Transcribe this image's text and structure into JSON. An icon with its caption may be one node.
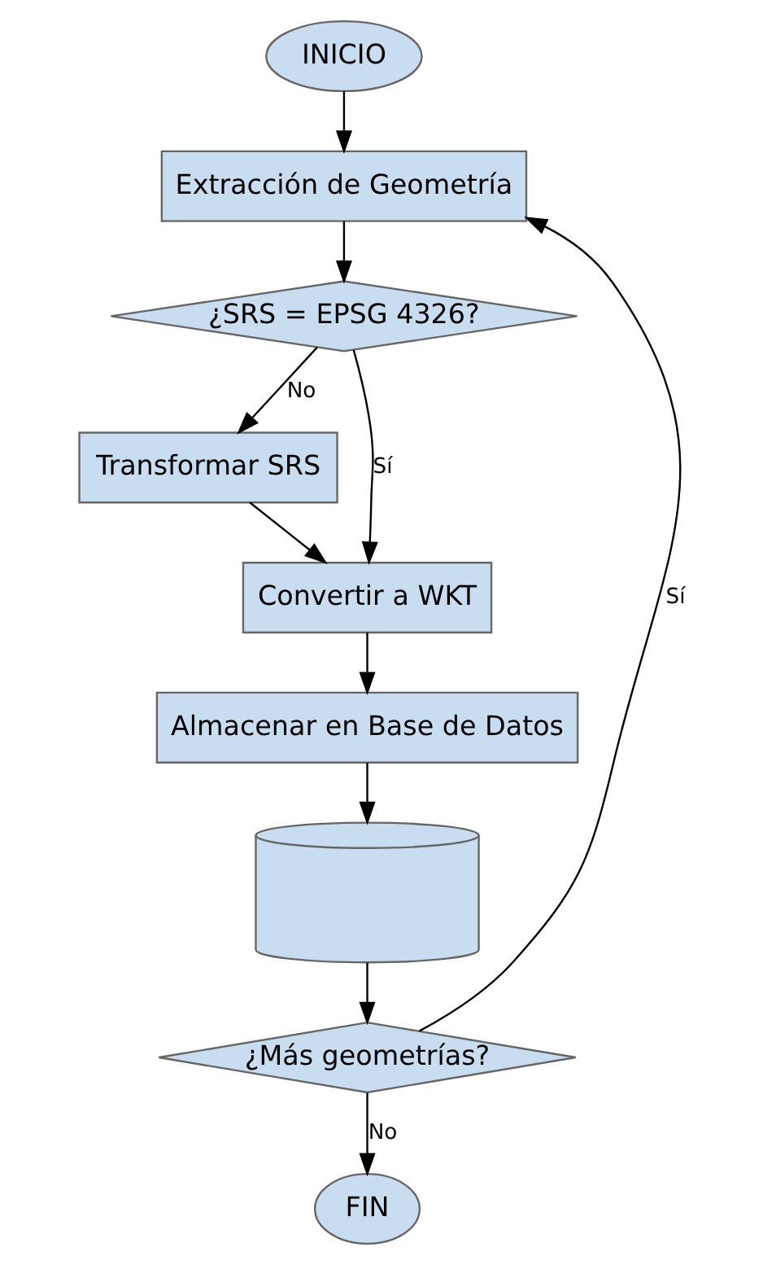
{
  "diagram": {
    "nodes": [
      {
        "text": [
          "INICIO"
        ]
      },
      {
        "text": [
          "Extracción de Geometría"
        ]
      },
      {
        "text": [
          "¿SRS = EPSG 4326?"
        ]
      },
      {
        "text": [
          "Transformar SRS"
        ]
      },
      {
        "text": [
          "Convertir a WKT"
        ]
      },
      {
        "text": [
          "Almacenar en Base de Datos"
        ]
      },
      {
        "text": [],
        "shape": "cylinder"
      },
      {
        "text": [
          "¿Más geometrías?"
        ]
      },
      {
        "text": [
          "FIN"
        ]
      }
    ],
    "edges": [
      {
        "from": 0,
        "to": 1,
        "arrow": "to"
      },
      {
        "from": 1,
        "to": 2,
        "arrow": "to"
      },
      {
        "from": 2,
        "to": 4,
        "arrow": "to",
        "label": "Sí"
      },
      {
        "from": 2,
        "to": 3,
        "arrow": "to",
        "label": "No"
      },
      {
        "from": 3,
        "to": 4,
        "arrow": "to"
      },
      {
        "from": 4,
        "to": 5,
        "arrow": "to"
      },
      {
        "from": 5,
        "to": 6,
        "arrow": "to"
      },
      {
        "from": 6,
        "to": 7,
        "arrow": "to"
      },
      {
        "from": 7,
        "to": 1,
        "arrow": "to",
        "label": "Sí"
      },
      {
        "from": 7,
        "to": 8,
        "arrow": "to",
        "label": "No"
      }
    ]
  }
}
